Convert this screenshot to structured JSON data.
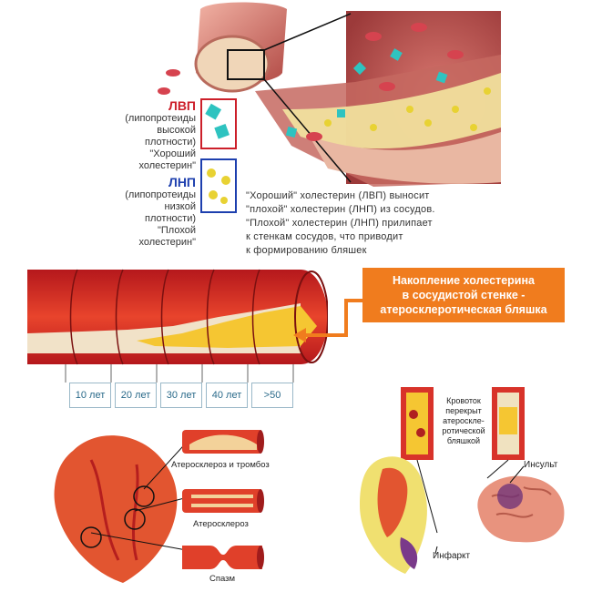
{
  "legend": {
    "hdl_title": "ЛВП",
    "hdl_text": "(липопротеиды\nвысокой\nплотности)\n\"Хороший\nхолестерин\"",
    "ldl_title": "ЛНП",
    "ldl_text": "(липопротеиды\nнизкой\nплотности)\n\"Плохой\nхолестерин\"",
    "hdl_color": "#cc1f2a",
    "ldl_color": "#1d3fae"
  },
  "caption": "\"Хороший\" холестерин (ЛВП) выносит\n\"плохой\" холестерин (ЛНП) из сосудов.\n\"Плохой\" холестерин (ЛНП) прилипает\nк стенкам сосудов, что приводит\nк формированию бляшек",
  "callout": {
    "text": "Накопление холестерина\nв сосудистой стенке -\nатеросклеротическая бляшка",
    "color": "#f07c1e"
  },
  "ages": [
    "10 лет",
    "20 лет",
    "30 лет",
    "40 лет",
    ">50"
  ],
  "heart_labels": {
    "vessel1": "Атеросклероз и тромбоз",
    "vessel2": "Атеросклероз",
    "vessel3": "Спазм"
  },
  "stroke_labels": {
    "blocked": "Кровоток\nперекрыт\nатероскле-\nротической\nбляшкой",
    "stroke": "Инсульт",
    "infarct": "Инфаркт"
  }
}
